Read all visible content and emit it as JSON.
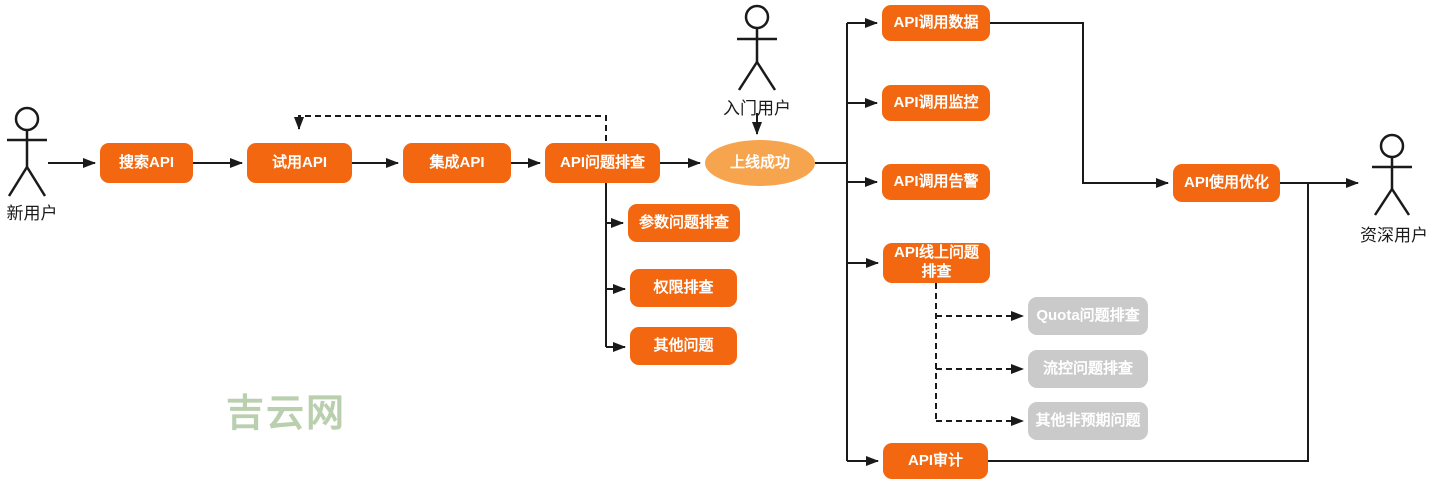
{
  "diagram": {
    "actors": {
      "new_user": "新用户",
      "beginner_user": "入门用户",
      "senior_user": "资深用户"
    },
    "nodes": {
      "search_api": "搜索API",
      "trial_api": "试用API",
      "integrate_api": "集成API",
      "api_troubleshoot": "API问题排查",
      "launch_success": "上线成功",
      "param_troubleshoot": "参数问题排查",
      "permission_check": "权限排查",
      "other_issues": "其他问题",
      "api_call_data": "API调用数据",
      "api_call_monitor": "API调用监控",
      "api_call_alert": "API调用告警",
      "api_online_troubleshoot": "API线上问题排查",
      "api_audit": "API审计",
      "quota_troubleshoot": "Quota问题排查",
      "flow_control_troubleshoot": "流控问题排查",
      "other_unexpected_issues": "其他非预期问题",
      "api_usage_optimize": "API使用优化"
    },
    "watermark": "吉云网",
    "colors": {
      "node_orange": "#F2670F",
      "ellipse_orange": "#F7A44F",
      "node_gray": "#CACACA",
      "node_text": "#FFFFFF",
      "line": "#1A1A1A",
      "watermark_green": "#B9CFAE",
      "background": "#FFFFFF"
    }
  }
}
